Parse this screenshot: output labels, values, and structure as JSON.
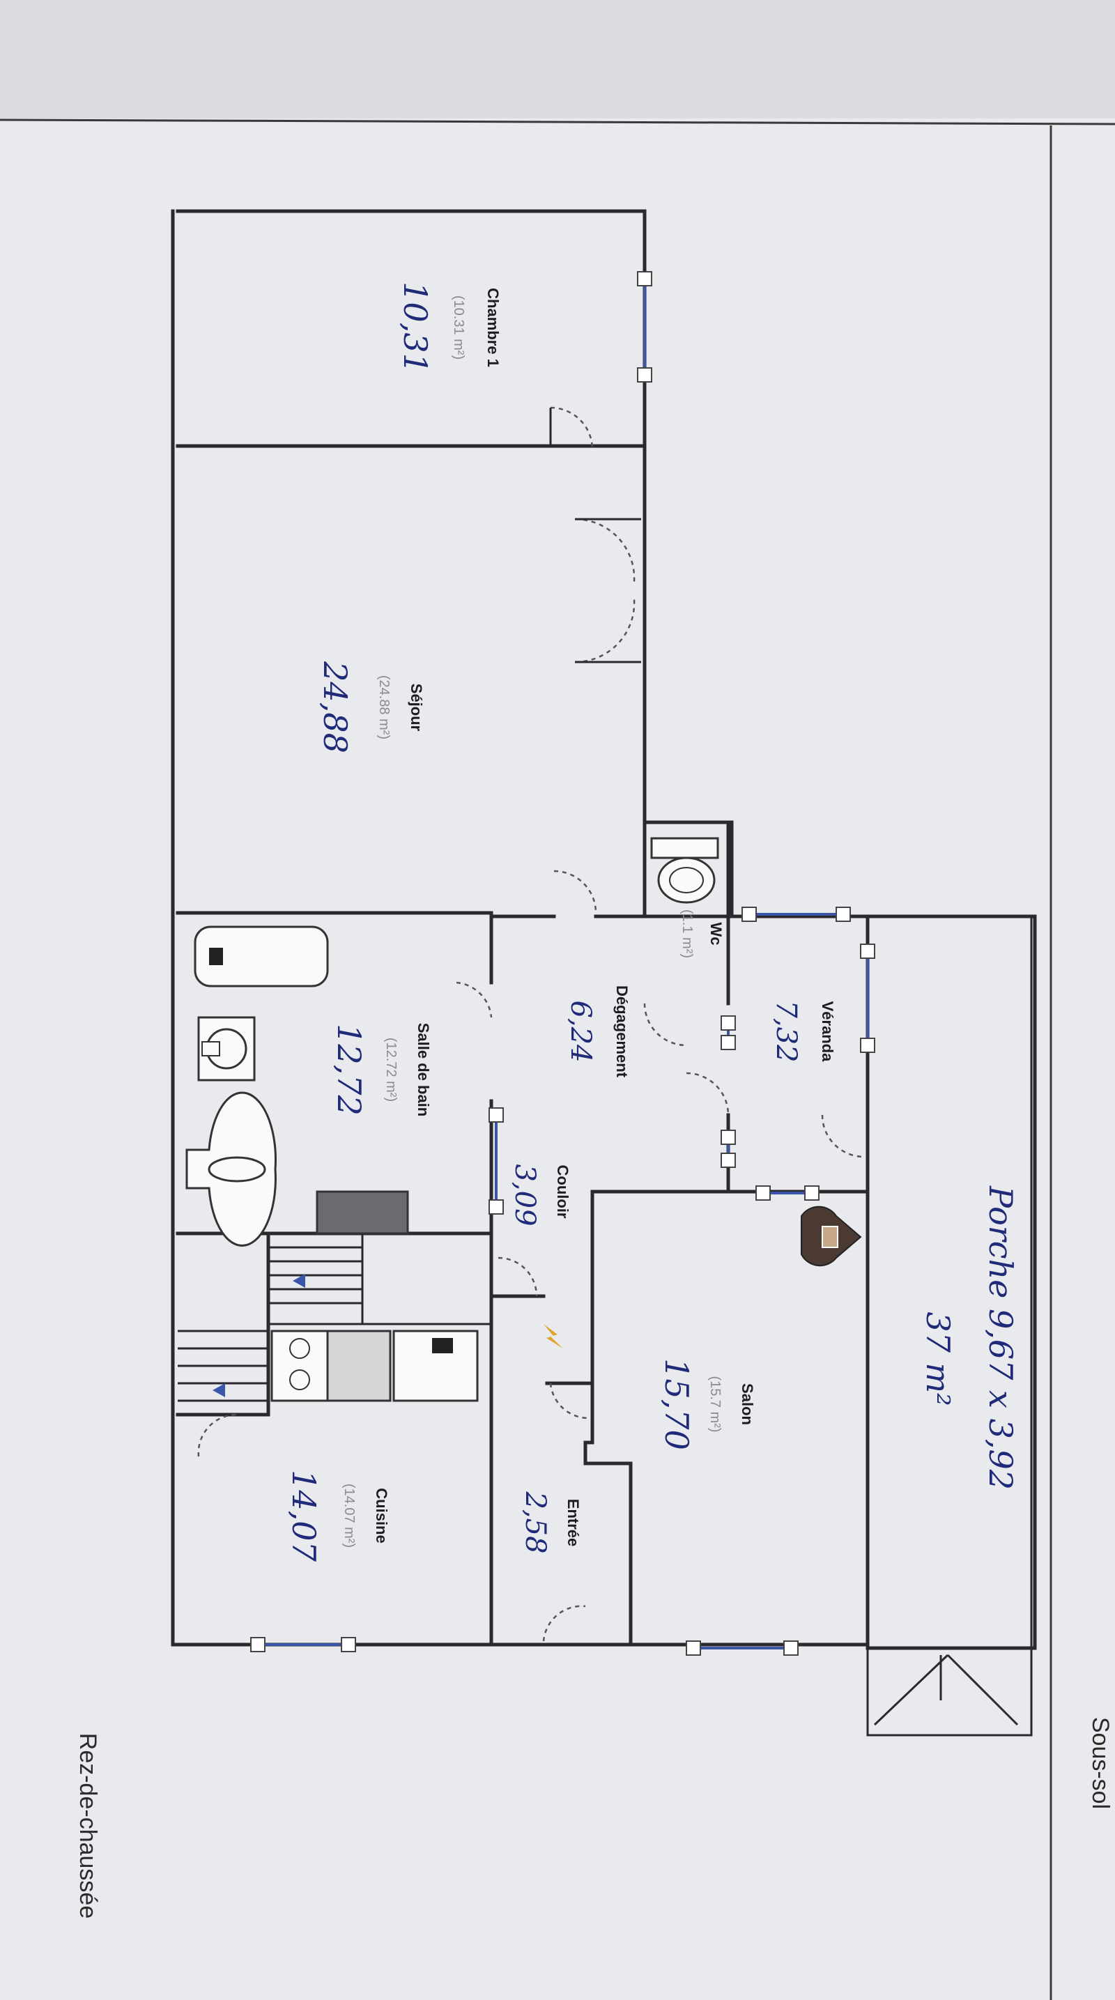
{
  "level_label": "Rez-de-chaussée",
  "corner_label": "Sous-sol",
  "rooms": [
    {
      "id": "chambre1",
      "name": "Chambre 1",
      "area": "(10.31 m²)",
      "handwritten": "10,31"
    },
    {
      "id": "sejour",
      "name": "Séjour",
      "area": "(24.88 m²)",
      "handwritten": "24,88"
    },
    {
      "id": "wc",
      "name": "Wc",
      "area": "(1.1 m²)",
      "handwritten": ""
    },
    {
      "id": "veranda",
      "name": "Véranda",
      "area": "",
      "handwritten": "7,32"
    },
    {
      "id": "degagement",
      "name": "Dégagement",
      "area": "",
      "handwritten": "6,24"
    },
    {
      "id": "salle_de_bain",
      "name": "Salle de bain",
      "area": "(12.72 m²)",
      "handwritten": "12,72"
    },
    {
      "id": "couloir",
      "name": "Couloir",
      "area": "",
      "handwritten": "3,09"
    },
    {
      "id": "salon",
      "name": "Salon",
      "area": "(15.7 m²)",
      "handwritten": "15,70"
    },
    {
      "id": "cuisine",
      "name": "Cuisine",
      "area": "(14.07 m²)",
      "handwritten": "14,07"
    },
    {
      "id": "entree",
      "name": "Entrée",
      "area": "",
      "handwritten": "2,58"
    }
  ],
  "porche_note": {
    "line1": "Porche 9,67 x 3,92",
    "line2": "37 m²"
  },
  "colors": {
    "wall": "#2a2a2e",
    "window": "#3a56a8",
    "ink": "#1f2a78",
    "paper": "#e9eaee"
  }
}
